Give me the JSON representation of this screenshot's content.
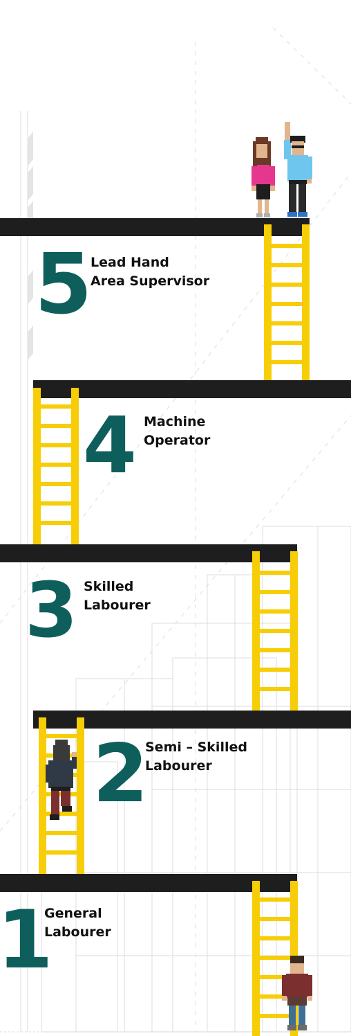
{
  "levels": [
    {
      "number": "5",
      "line1": "Lead Hand",
      "line2": "Area Supervisor"
    },
    {
      "number": "4",
      "line1": "Machine",
      "line2": "Operator"
    },
    {
      "number": "3",
      "line1": "Skilled",
      "line2": "Labourer"
    },
    {
      "number": "2",
      "line1": "Semi – Skilled",
      "line2": "Labourer"
    },
    {
      "number": "1",
      "line1": "General",
      "line2": "Labourer"
    }
  ],
  "colors": {
    "number": "#0e5f5c",
    "ladder": "#f7cd06",
    "platform": "#1e1e1e",
    "text": "#111111"
  }
}
